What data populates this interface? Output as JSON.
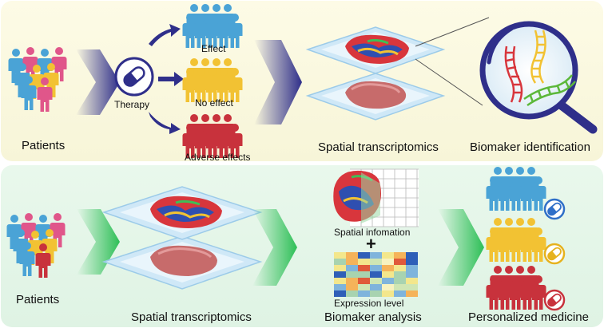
{
  "top": {
    "patients": "Patients",
    "therapy": "Therapy",
    "effect": "Effect",
    "no_effect": "No effect",
    "adverse_effects": "Adverse effects",
    "spatial_transcriptomics": "Spatial transcriptomics",
    "biomaker_identification": "Biomaker identification"
  },
  "bottom": {
    "patients": "Patients",
    "spatial_transcriptomics": "Spatial transcriptomics",
    "spatial_information": "Spatial infomation",
    "plus": "+",
    "expression_level": "Expression level",
    "biomaker_analysis": "Biomaker analysis",
    "personalized_medicine": "Personalized medicine"
  },
  "colors": {
    "top_panel": "#fbf8de",
    "bottom_panel": "#e6f6ea",
    "blue_person": "#4aa3d6",
    "yellow_person": "#f2c233",
    "red_person": "#c8323c",
    "pink_person": "#e0568a",
    "navy_arrow": "#2f2f8a",
    "green_arrow": "#2ebf57",
    "tissue": "#c76b6b"
  },
  "icons": [
    "capsule-icon",
    "magnifier-icon",
    "dna-icon",
    "pill-badge-icon",
    "person-icon"
  ]
}
